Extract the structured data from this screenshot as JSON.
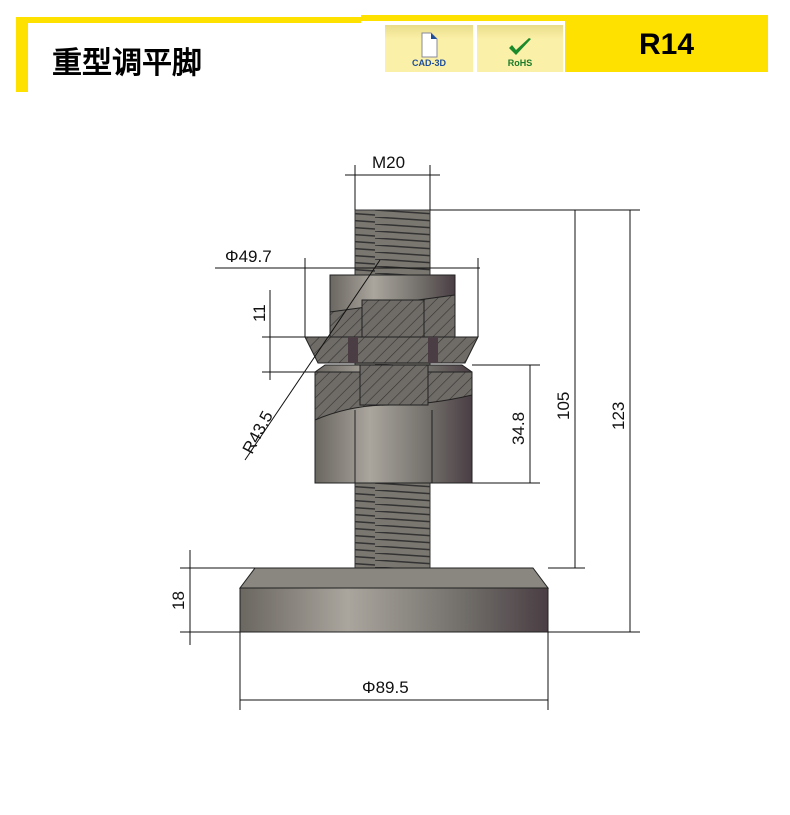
{
  "header": {
    "title": "重型调平脚",
    "code": "R14",
    "badges": [
      {
        "label": "CAD-3D",
        "icon": "document-icon"
      },
      {
        "label": "RoHS",
        "icon": "checkmark-icon"
      }
    ]
  },
  "dimensions": {
    "thread": "M20",
    "nut_diameter": "Φ49.7",
    "washer_thickness": "11",
    "radius": "R43.5",
    "nut_height": "34.8",
    "rod_height": "105",
    "total_height": "123",
    "base_height": "18",
    "base_diameter": "Φ89.5"
  }
}
